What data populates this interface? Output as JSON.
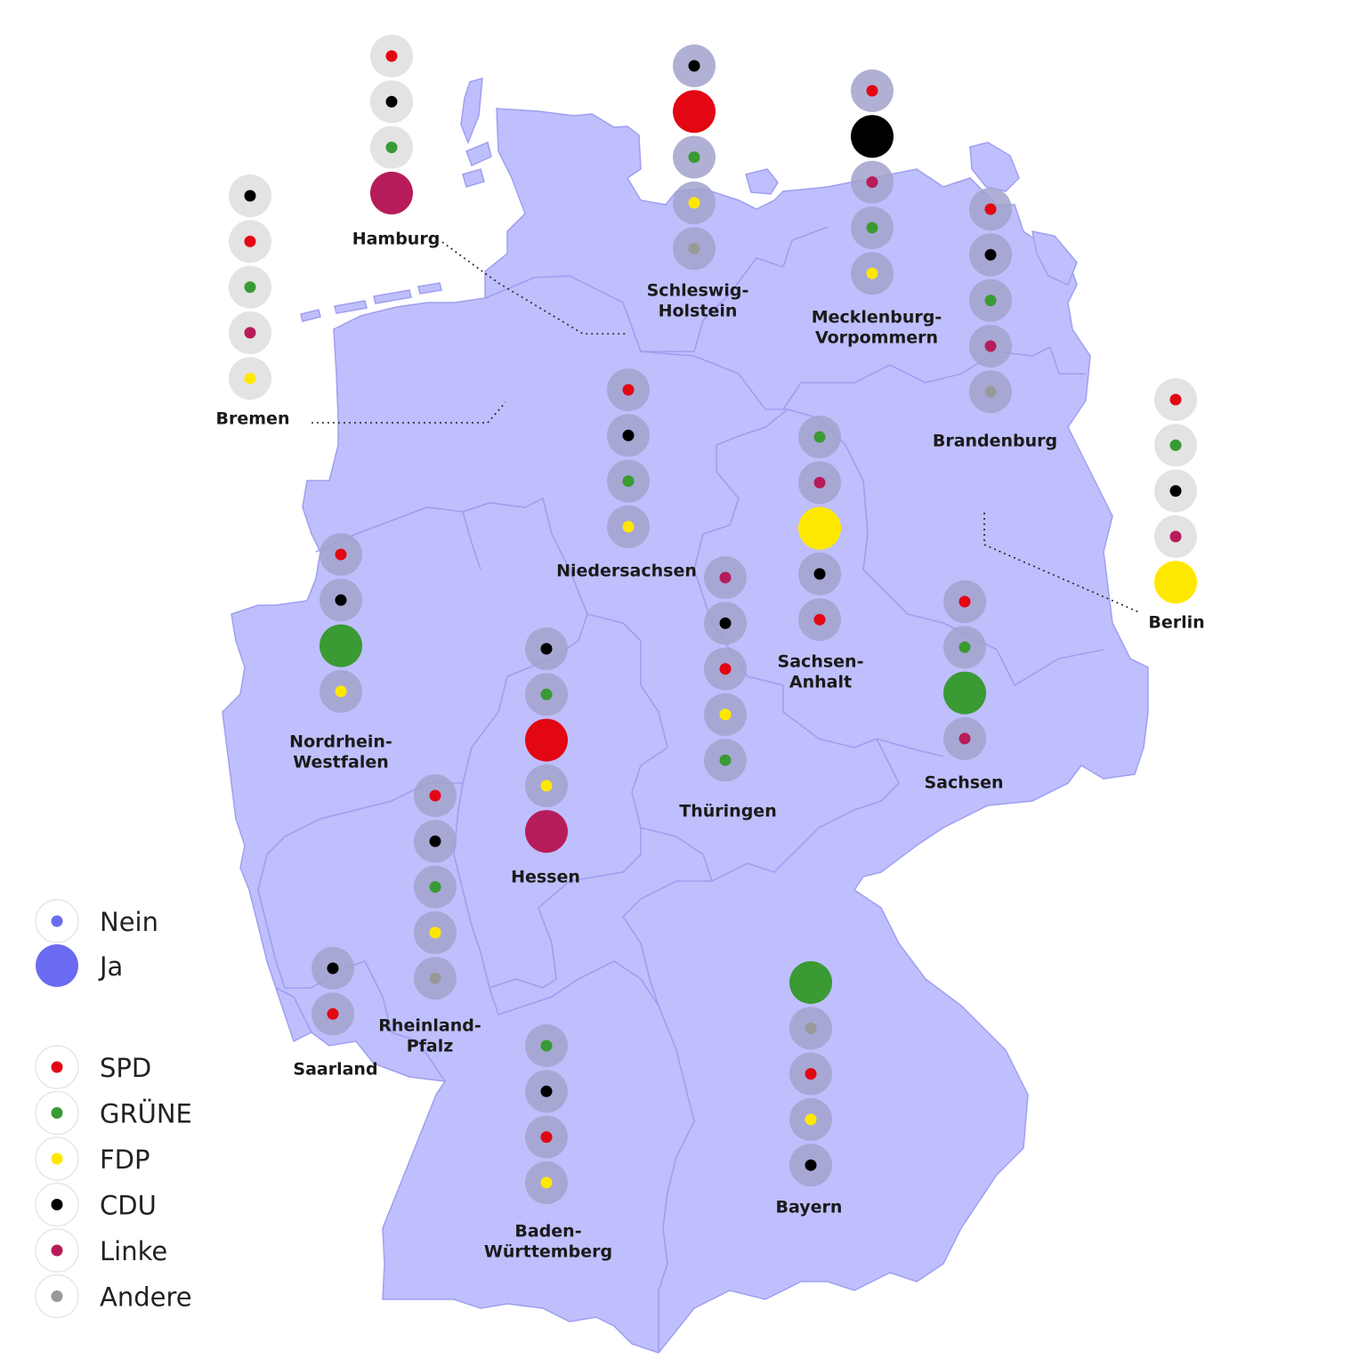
{
  "colors": {
    "background": "#ffffff",
    "land": "#bfbffd",
    "border": "#9f9ff0",
    "nein_halo": "#a2a2cc",
    "outside_halo": "#e3e3e3",
    "ja_dot": "#6b6bf2"
  },
  "parties": {
    "SPD": {
      "label": "SPD",
      "color": "#e30613"
    },
    "GRUENE": {
      "label": "GRÜNE",
      "color": "#3a9a33"
    },
    "FDP": {
      "label": "FDP",
      "color": "#ffe800"
    },
    "CDU": {
      "label": "CDU",
      "color": "#000000"
    },
    "LINKE": {
      "label": "Linke",
      "color": "#b71c5a"
    },
    "ANDERE": {
      "label": "Andere",
      "color": "#999999"
    }
  },
  "legend": {
    "vote": [
      {
        "key": "nein",
        "label": "Nein"
      },
      {
        "key": "ja",
        "label": "Ja"
      }
    ],
    "party_order": [
      "SPD",
      "GRUENE",
      "FDP",
      "CDU",
      "LINKE",
      "ANDERE"
    ]
  },
  "states": [
    {
      "id": "hamburg",
      "label": [
        "Hamburg"
      ],
      "votes": [
        {
          "party": "SPD",
          "vote": "nein"
        },
        {
          "party": "CDU",
          "vote": "nein"
        },
        {
          "party": "GRUENE",
          "vote": "nein"
        },
        {
          "party": "LINKE",
          "vote": "ja"
        }
      ]
    },
    {
      "id": "bremen",
      "label": [
        "Bremen"
      ],
      "votes": [
        {
          "party": "CDU",
          "vote": "nein"
        },
        {
          "party": "SPD",
          "vote": "nein"
        },
        {
          "party": "GRUENE",
          "vote": "nein"
        },
        {
          "party": "LINKE",
          "vote": "nein"
        },
        {
          "party": "FDP",
          "vote": "nein"
        }
      ]
    },
    {
      "id": "schleswig-holstein",
      "label": [
        "Schleswig-",
        "Holstein"
      ],
      "votes": [
        {
          "party": "CDU",
          "vote": "nein"
        },
        {
          "party": "SPD",
          "vote": "ja"
        },
        {
          "party": "GRUENE",
          "vote": "nein"
        },
        {
          "party": "FDP",
          "vote": "nein"
        },
        {
          "party": "ANDERE",
          "vote": "nein"
        }
      ]
    },
    {
      "id": "mecklenburg-vorpommern",
      "label": [
        "Mecklenburg-",
        "Vorpommern"
      ],
      "votes": [
        {
          "party": "SPD",
          "vote": "nein"
        },
        {
          "party": "CDU",
          "vote": "ja"
        },
        {
          "party": "LINKE",
          "vote": "nein"
        },
        {
          "party": "GRUENE",
          "vote": "nein"
        },
        {
          "party": "FDP",
          "vote": "nein"
        }
      ]
    },
    {
      "id": "brandenburg",
      "label": [
        "Brandenburg"
      ],
      "votes": [
        {
          "party": "SPD",
          "vote": "nein"
        },
        {
          "party": "CDU",
          "vote": "nein"
        },
        {
          "party": "GRUENE",
          "vote": "nein"
        },
        {
          "party": "LINKE",
          "vote": "nein"
        },
        {
          "party": "ANDERE",
          "vote": "nein"
        }
      ]
    },
    {
      "id": "berlin",
      "label": [
        "Berlin"
      ],
      "votes": [
        {
          "party": "SPD",
          "vote": "nein"
        },
        {
          "party": "GRUENE",
          "vote": "nein"
        },
        {
          "party": "CDU",
          "vote": "nein"
        },
        {
          "party": "LINKE",
          "vote": "nein"
        },
        {
          "party": "FDP",
          "vote": "ja"
        }
      ]
    },
    {
      "id": "niedersachsen",
      "label": [
        "Niedersachsen"
      ],
      "votes": [
        {
          "party": "SPD",
          "vote": "nein"
        },
        {
          "party": "CDU",
          "vote": "nein"
        },
        {
          "party": "GRUENE",
          "vote": "nein"
        },
        {
          "party": "FDP",
          "vote": "nein"
        }
      ]
    },
    {
      "id": "sachsen-anhalt",
      "label": [
        "Sachsen-",
        "Anhalt"
      ],
      "votes": [
        {
          "party": "GRUENE",
          "vote": "nein"
        },
        {
          "party": "LINKE",
          "vote": "nein"
        },
        {
          "party": "FDP",
          "vote": "ja"
        },
        {
          "party": "CDU",
          "vote": "nein"
        },
        {
          "party": "SPD",
          "vote": "nein"
        }
      ]
    },
    {
      "id": "nordrhein-westfalen",
      "label": [
        "Nordrhein-",
        "Westfalen"
      ],
      "votes": [
        {
          "party": "SPD",
          "vote": "nein"
        },
        {
          "party": "CDU",
          "vote": "nein"
        },
        {
          "party": "GRUENE",
          "vote": "ja"
        },
        {
          "party": "FDP",
          "vote": "nein"
        }
      ]
    },
    {
      "id": "thueringen",
      "label": [
        "Thüringen"
      ],
      "votes": [
        {
          "party": "LINKE",
          "vote": "nein"
        },
        {
          "party": "CDU",
          "vote": "nein"
        },
        {
          "party": "SPD",
          "vote": "nein"
        },
        {
          "party": "FDP",
          "vote": "nein"
        },
        {
          "party": "GRUENE",
          "vote": "nein"
        }
      ]
    },
    {
      "id": "sachsen",
      "label": [
        "Sachsen"
      ],
      "votes": [
        {
          "party": "SPD",
          "vote": "nein"
        },
        {
          "party": "GRUENE",
          "vote": "nein"
        },
        {
          "party": "GRUENE",
          "vote": "ja"
        },
        {
          "party": "LINKE",
          "vote": "nein"
        }
      ]
    },
    {
      "id": "hessen",
      "label": [
        "Hessen"
      ],
      "votes": [
        {
          "party": "CDU",
          "vote": "nein"
        },
        {
          "party": "GRUENE",
          "vote": "nein"
        },
        {
          "party": "SPD",
          "vote": "ja"
        },
        {
          "party": "FDP",
          "vote": "nein"
        },
        {
          "party": "LINKE",
          "vote": "ja"
        }
      ]
    },
    {
      "id": "rheinland-pfalz",
      "label": [
        "Rheinland-",
        "Pfalz"
      ],
      "votes": [
        {
          "party": "SPD",
          "vote": "nein"
        },
        {
          "party": "CDU",
          "vote": "nein"
        },
        {
          "party": "GRUENE",
          "vote": "nein"
        },
        {
          "party": "FDP",
          "vote": "nein"
        },
        {
          "party": "ANDERE",
          "vote": "nein"
        }
      ]
    },
    {
      "id": "saarland",
      "label": [
        "Saarland"
      ],
      "votes": [
        {
          "party": "CDU",
          "vote": "nein"
        },
        {
          "party": "SPD",
          "vote": "nein"
        }
      ]
    },
    {
      "id": "baden-wuerttemberg",
      "label": [
        "Baden-",
        "Württemberg"
      ],
      "votes": [
        {
          "party": "GRUENE",
          "vote": "nein"
        },
        {
          "party": "CDU",
          "vote": "nein"
        },
        {
          "party": "SPD",
          "vote": "nein"
        },
        {
          "party": "FDP",
          "vote": "nein"
        }
      ]
    },
    {
      "id": "bayern",
      "label": [
        "Bayern"
      ],
      "votes": [
        {
          "party": "GRUENE",
          "vote": "ja"
        },
        {
          "party": "ANDERE",
          "vote": "nein"
        },
        {
          "party": "SPD",
          "vote": "nein"
        },
        {
          "party": "FDP",
          "vote": "nein"
        },
        {
          "party": "CDU",
          "vote": "nein"
        }
      ]
    }
  ]
}
